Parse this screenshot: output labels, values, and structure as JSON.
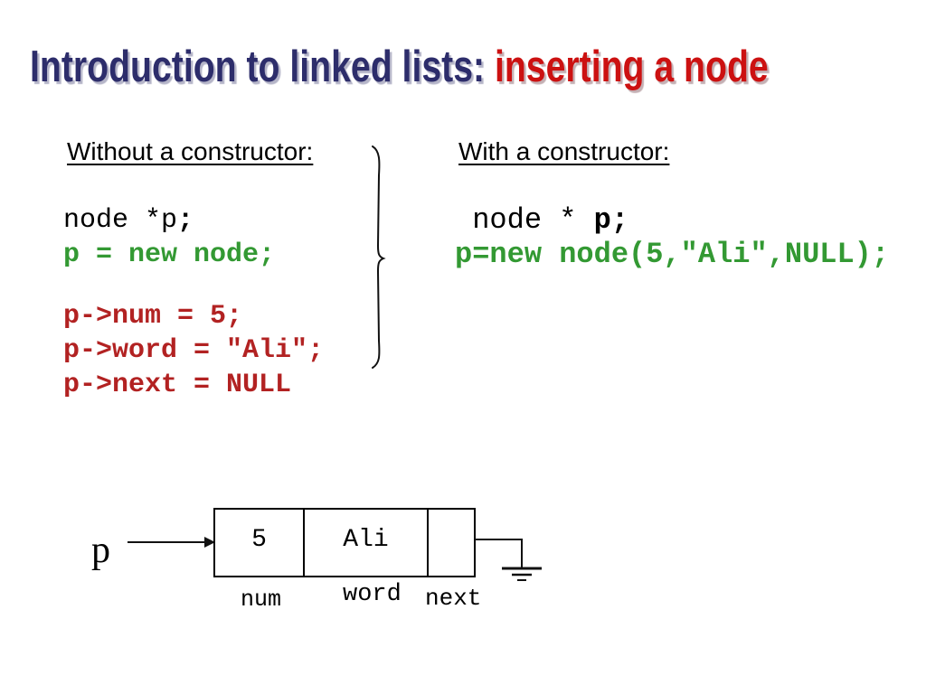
{
  "slide": {
    "title_main": "Introduction to linked lists: ",
    "title_accent": "inserting a node"
  },
  "left_panel": {
    "heading": "Without a constructor:",
    "code": {
      "decl_plain": "node *p",
      "decl_semicolon": ";",
      "alloc": "p = new node;",
      "assign_num": "p->num = 5;",
      "assign_word": "p->word = \"Ali\";",
      "assign_next": "p->next = NULL"
    }
  },
  "right_panel": {
    "heading": "With a constructor:",
    "code": {
      "decl_plain": " node * ",
      "decl_bold": "p;",
      "ctor": "p=new node(5,\"Ali\",NULL);"
    }
  },
  "diagram": {
    "pointer_label": "p",
    "node": {
      "num_value": "5",
      "word_value": "Ali",
      "next_value": ""
    },
    "field_labels": {
      "num": "num",
      "word": "word",
      "next": "next"
    }
  },
  "colors": {
    "title_navy": "#2d2d6b",
    "title_red": "#cc1111",
    "code_green": "#339933",
    "code_darkred": "#b22222",
    "ink": "#000000"
  }
}
